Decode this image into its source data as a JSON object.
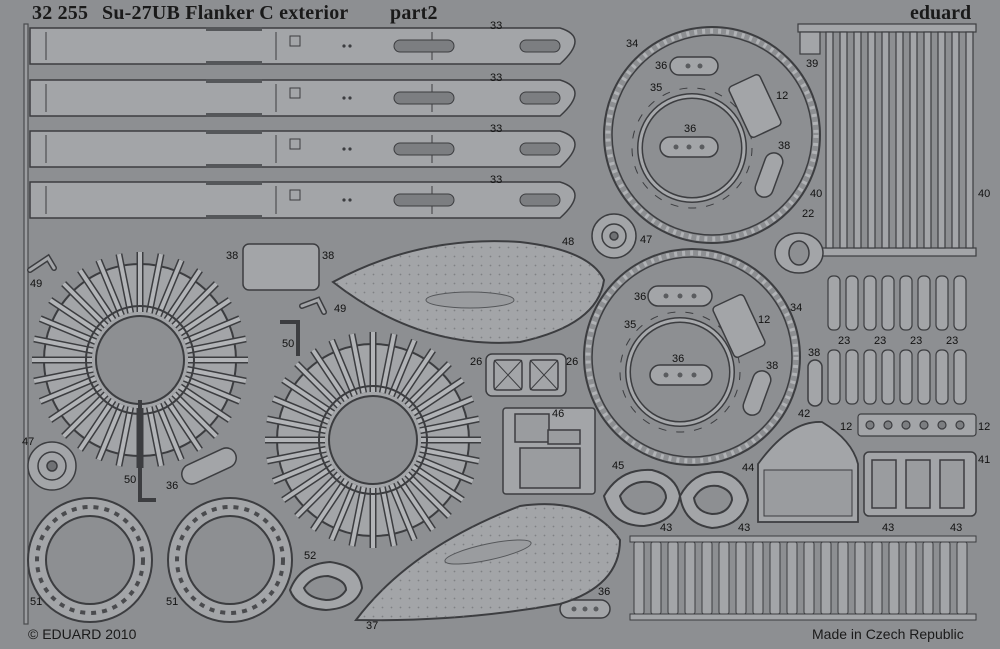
{
  "sheet": {
    "code": "32 255",
    "title": "Su-27UB Flanker C exterior",
    "part": "part2",
    "brand": "eduard",
    "copyright": "© EDUARD 2010",
    "origin": "Made in Czech Republic"
  },
  "colors": {
    "fret": "#8d8f92",
    "part": "#a3a5a8",
    "edge": "#3c3d40",
    "shadow": "#55575a",
    "hole": "#7c7e81"
  },
  "labels": {
    "l33a": "33",
    "l33b": "33",
    "l33c": "33",
    "l33d": "33",
    "l34a": "34",
    "l34b": "34",
    "l36a": "36",
    "l36b": "36",
    "l36c": "36",
    "l36d": "36",
    "l36e": "36",
    "l36f": "36",
    "l35a": "35",
    "l35b": "35",
    "l12a": "12",
    "l12b": "12",
    "l12c": "12",
    "l12d": "12",
    "l38a": "38",
    "l38b": "38",
    "l38c": "38",
    "l38d": "38",
    "l38e": "38",
    "l39": "39",
    "l40a": "40",
    "l40b": "40",
    "l22": "22",
    "l47a": "47",
    "l47b": "47",
    "l48": "48",
    "l49a": "49",
    "l49b": "49",
    "l50a": "50",
    "l50b": "50",
    "l26a": "26",
    "l26b": "26",
    "l46": "46",
    "l23a": "23",
    "l23b": "23",
    "l23c": "23",
    "l23d": "23",
    "l42": "42",
    "l41": "41",
    "l45": "45",
    "l44": "44",
    "l43a": "43",
    "l43b": "43",
    "l43c": "43",
    "l43d": "43",
    "l51a": "51",
    "l51b": "51",
    "l52": "52",
    "l37": "37"
  }
}
